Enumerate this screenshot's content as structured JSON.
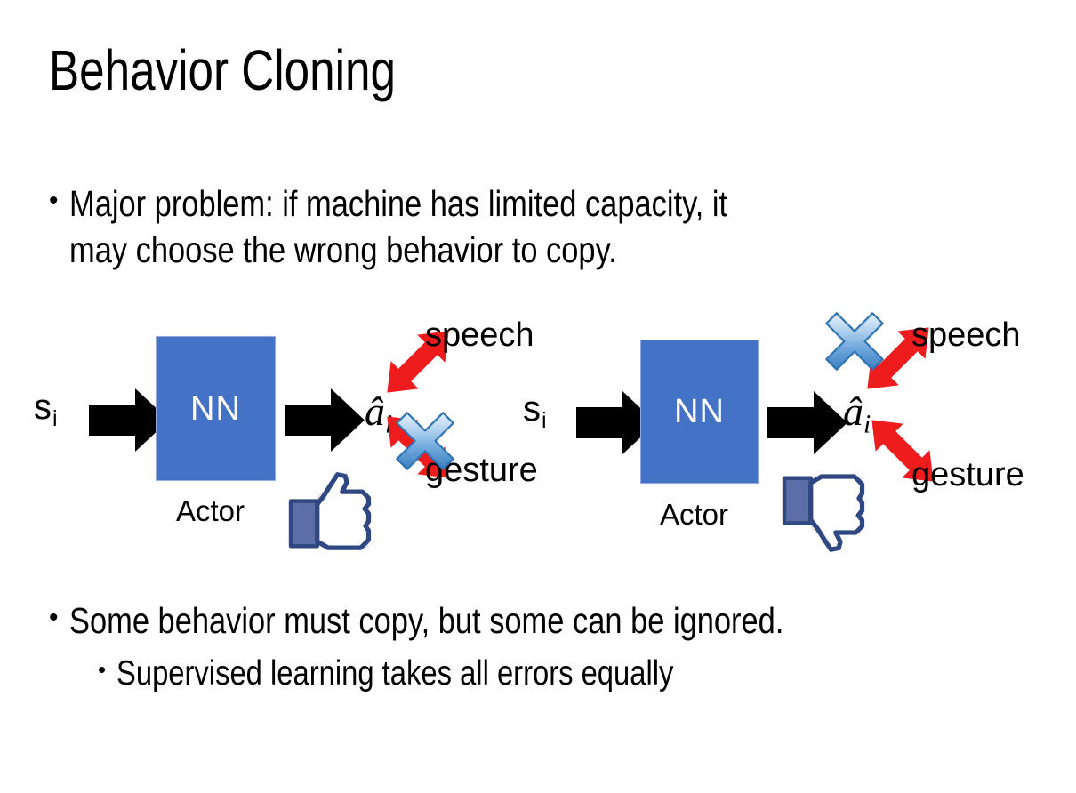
{
  "slide": {
    "title": "Behavior Cloning",
    "background_color": "#FFFFFF"
  },
  "bullets": {
    "marker": "•",
    "top": "Major problem: if machine has limited capacity, it\nmay choose the wrong behavior to copy.",
    "bottom_level1": "Some behavior must copy, but some can be ignored.",
    "bottom_level2": "Supervised learning takes all errors equally"
  },
  "colors": {
    "nn_fill": "#4472C4",
    "nn_border": "#8FAADC",
    "arrow_black": "#000000",
    "arrow_red": "#EE1C1C",
    "cross_blue_light": "#CFE2F7",
    "cross_blue_mid": "#7FB2E5",
    "cross_blue_dark": "#2E74B5",
    "facebook_blue": "#3B5998",
    "facebook_cuff": "#5B6FA6",
    "thumb_shadow": "#E4E4E4"
  },
  "diagrams": [
    {
      "id": "left",
      "input_label": "s",
      "input_subscript": "i",
      "box_label": "NN",
      "box_caption": "Actor",
      "output_label": "â",
      "output_subscript": "i",
      "branches": [
        {
          "name": "speech",
          "label": "speech",
          "crossed_out": false
        },
        {
          "name": "gesture",
          "label": "gesture",
          "crossed_out": true
        }
      ],
      "feedback_icon": "thumbs-up-icon",
      "feedback_value": "positive"
    },
    {
      "id": "right",
      "input_label": "s",
      "input_subscript": "i",
      "box_label": "NN",
      "box_caption": "Actor",
      "output_label": "â",
      "output_subscript": "i",
      "branches": [
        {
          "name": "speech",
          "label": "speech",
          "crossed_out": true
        },
        {
          "name": "gesture",
          "label": "gesture",
          "crossed_out": false
        }
      ],
      "feedback_icon": "thumbs-down-icon",
      "feedback_value": "negative"
    }
  ]
}
